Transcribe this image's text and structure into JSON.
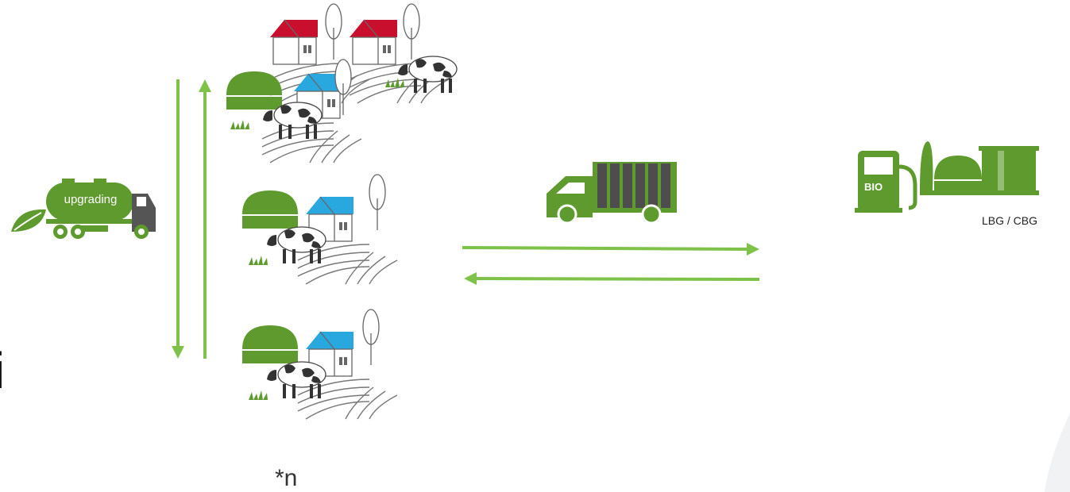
{
  "tanker": {
    "label": "upgrading"
  },
  "station": {
    "label": "LBG / CBG"
  },
  "multiplier": {
    "label": "*n"
  },
  "partial_letter": {
    "text": "i"
  },
  "colors": {
    "green": "#5e9a2d",
    "arrow_green": "#7fc24a",
    "red_roof": "#c8102e",
    "blue_roof": "#29a8e0",
    "truck_cargo": "#4d4d4d"
  },
  "icons": [
    "farm-icon",
    "biogas-dome-icon",
    "cow-icon",
    "tanker-truck-icon",
    "leaf-icon",
    "cargo-truck-icon",
    "fuel-pump-icon",
    "biogas-plant-icon"
  ]
}
